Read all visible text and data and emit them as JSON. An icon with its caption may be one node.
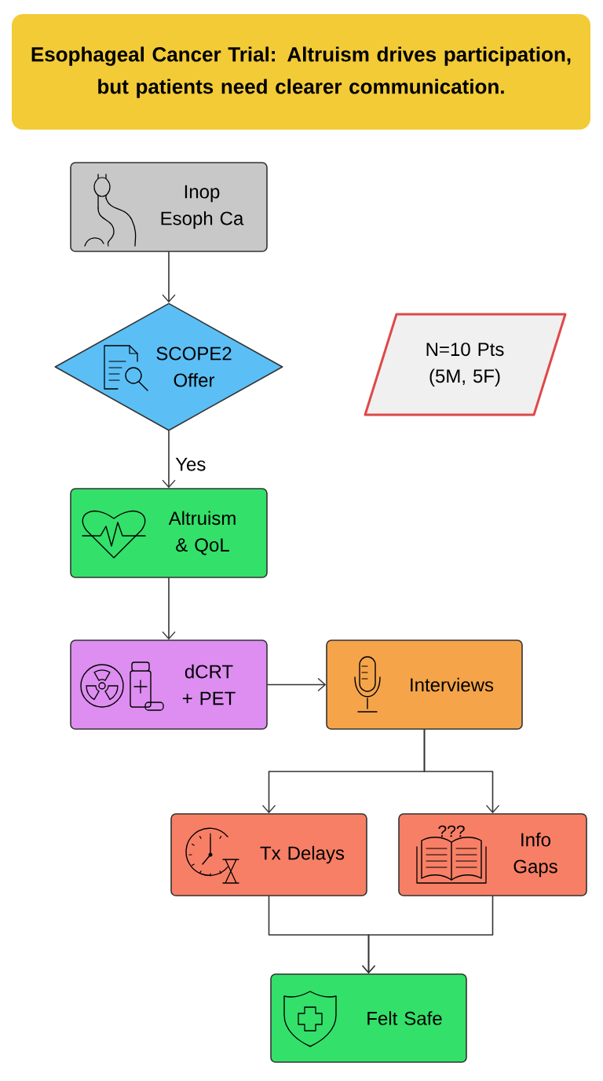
{
  "diagram": {
    "title": "Esophageal Cancer Trial: Altruism drives participation, but patients need clearer communication.",
    "nodes": [
      {
        "text": [
          "Inop Esoph Ca"
        ]
      },
      {
        "text": [
          "SCOPE2 Offer"
        ]
      },
      {
        "text": [
          "N=10 Pts (5M, 5F)"
        ]
      },
      {
        "text": [
          "Altruism & QoL"
        ]
      },
      {
        "text": [
          "dCRT + PET"
        ]
      },
      {
        "text": [
          "Interviews"
        ]
      },
      {
        "text": [
          "Tx Delays"
        ]
      },
      {
        "text": [
          "???",
          "Info Gaps"
        ]
      },
      {
        "text": [
          "Felt Safe"
        ]
      }
    ],
    "edges": [
      {
        "from": 0,
        "to": 1,
        "arrow": "to"
      },
      {
        "from": 1,
        "to": 3,
        "arrow": "to",
        "label": "Yes"
      },
      {
        "from": 3,
        "to": 4,
        "arrow": "to"
      },
      {
        "from": 4,
        "to": 5,
        "arrow": "to"
      },
      {
        "from": 5,
        "to": 6,
        "arrow": "to"
      },
      {
        "from": 5,
        "to": 7,
        "arrow": "to"
      },
      {
        "from": 6,
        "to": 8,
        "arrow": "to"
      },
      {
        "from": 7,
        "to": 8,
        "arrow": "to"
      }
    ]
  }
}
